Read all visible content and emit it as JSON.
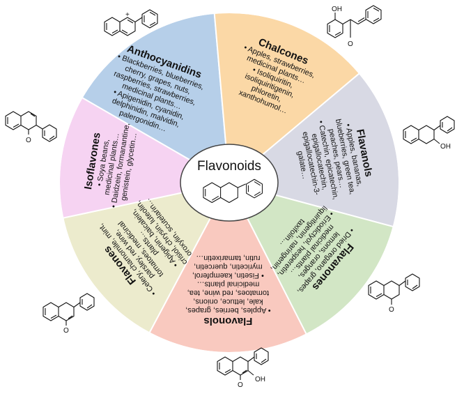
{
  "center": {
    "title": "Flavonoids"
  },
  "sectors": [
    {
      "key": "anthocyanidins",
      "title": "Anthocyanidins",
      "color": "#b6cfe9",
      "lines": [
        "• Blackberries, blueberries,",
        "cherry, grapes, nuts,",
        "raspberries, strawberries,",
        "medicinal plants…",
        "• Apigenidin, cyanidin,",
        "delphinidin, malvidin,",
        "palergonidin…"
      ]
    },
    {
      "key": "chalcones",
      "title": "Chalcones",
      "color": "#fbd8a6",
      "lines": [
        "• Apples, strawberries,",
        "medicinal plants…",
        "• Isoliquiritin,",
        "isoliquiritigenin,",
        "phloretin,",
        "xanthohumol…"
      ]
    },
    {
      "key": "flavanols",
      "title": "Flavanols",
      "color": "#d8d9e4",
      "lines": [
        "• Apples, bananas,",
        "blueberries, green tea,",
        "peaches, pears…",
        "• Catechin, epicatechin,",
        "epigallocatechin,",
        "epigallocatechin-3-",
        "galate…"
      ]
    },
    {
      "key": "flavanones",
      "title": "Flavanones",
      "color": "#d2e6c5",
      "lines": [
        "• Dried oregano, grapes,",
        "lemons, oranges,",
        "medicinal plants…",
        "• Eriodictyol, hesperetin,",
        "liquiritigenin, naringenin,",
        "taxifolin…"
      ]
    },
    {
      "key": "flavonols",
      "title": "Flavonols",
      "color": "#f9c9bf",
      "lines": [
        "• Apples, berries, grapes,",
        "kale, lettuce, onions,",
        "tomatoes, red wine, tea,",
        "medicinal plants…",
        "• Fisetin, kaempferol,",
        "myricetin, quercetin,",
        "rutin, tamarixetin…"
      ]
    },
    {
      "key": "flavones",
      "title": "Flavones",
      "color": "#ecebcd",
      "lines": [
        "• Celery, chamomile, mint,",
        "parsley, red wine,",
        "tomatoes, medicinal",
        "plants…",
        "• Apigenin, baicalein,",
        "crisiol, chrysin, luteolin,",
        "oroxylin, scutelarin…"
      ]
    },
    {
      "key": "isoflavones",
      "title": "Isoflavones",
      "color": "#f6d3f2",
      "lines": [
        "• Soya beans,",
        "medicinal plants…",
        "• Daidzein, formanantine,",
        "genistein, glycetin…"
      ]
    }
  ],
  "structures": {
    "anthocyanidin_charge": "+",
    "chalcone_oh": "OH",
    "chalcone_o": "O",
    "flavanol_oh": "OH",
    "flavanone_o": "O",
    "flavonol_o": "O",
    "flavonol_oh": "OH",
    "flavone_o": "O",
    "isoflavone_o": "O"
  }
}
